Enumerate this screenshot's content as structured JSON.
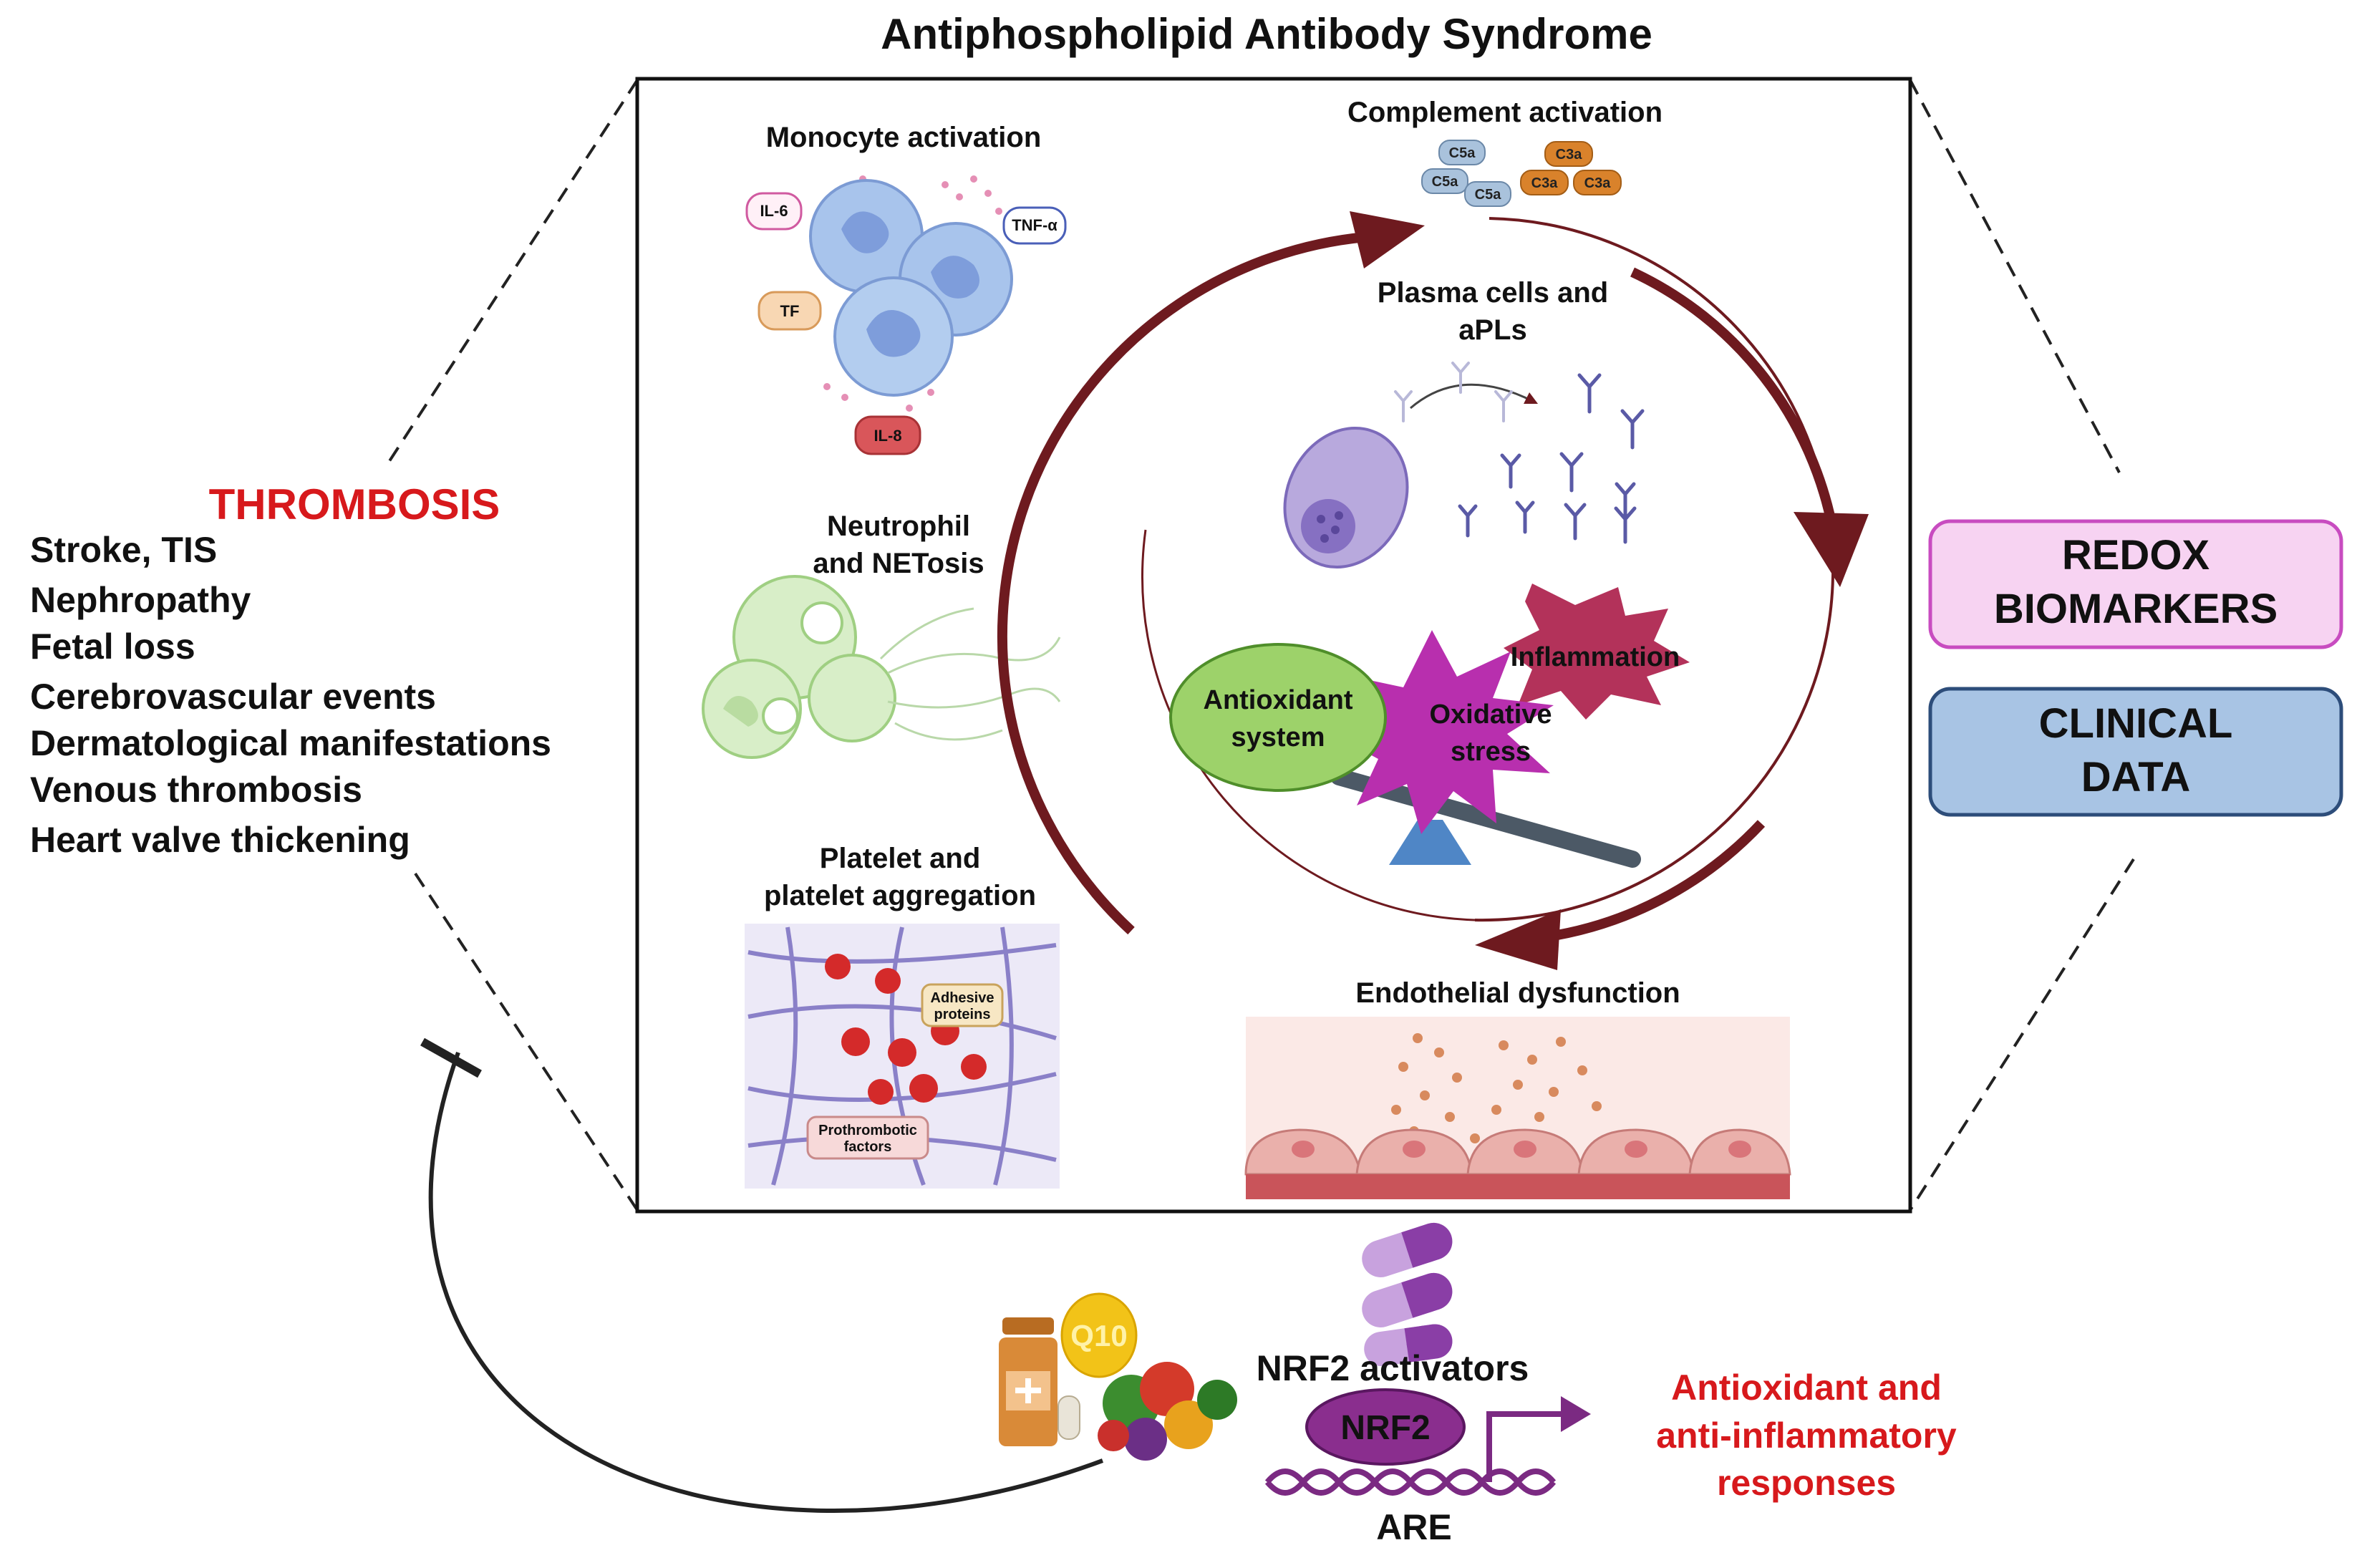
{
  "title": "Antiphospholipid Antibody Syndrome",
  "left_panel": {
    "heading": "THROMBOSIS",
    "items": [
      "Stroke, TIS",
      "Nephropathy",
      "Fetal loss",
      "Cerebrovascular events",
      "Dermatological manifestations",
      "Venous thrombosis",
      "Heart valve thickening"
    ]
  },
  "right_panel": {
    "redox_line1": "REDOX",
    "redox_line2": "BIOMARKERS",
    "clinical_line1": "CLINICAL",
    "clinical_line2": "DATA"
  },
  "monocyte": {
    "label": "Monocyte activation",
    "il6": "IL-6",
    "tnf": "TNF-α",
    "tf": "TF",
    "il8": "IL-8"
  },
  "neutrophil": {
    "line1": "Neutrophil",
    "line2": "and NETosis"
  },
  "platelet": {
    "line1": "Platelet and",
    "line2": "platelet aggregation",
    "adhesive1": "Adhesive",
    "adhesive2": "proteins",
    "prothrombotic1": "Prothrombotic",
    "prothrombotic2": "factors"
  },
  "complement": {
    "label": "Complement activation",
    "c5a": "C5a",
    "c3a": "C3a"
  },
  "plasma": {
    "line1": "Plasma cells and",
    "line2": "aPLs"
  },
  "balance": {
    "antioxidant1": "Antioxidant",
    "antioxidant2": "system",
    "oxidative1": "Oxidative",
    "oxidative2": "stress",
    "inflammation": "Inflammation"
  },
  "endothelial": {
    "label": "Endothelial dysfunction"
  },
  "bottom": {
    "q10": "Q10",
    "nrf2_activators": "NRF2 activators",
    "nrf2": "NRF2",
    "are": "ARE",
    "response1": "Antioxidant and",
    "response2": "anti-inflammatory",
    "response3": "responses"
  },
  "colors": {
    "red_text": "#d7191c",
    "dark_red_arrow": "#6e1a1f",
    "purple": "#7b2a82",
    "redox_fill": "#f7d3f2",
    "redox_border": "#c84cc0",
    "clinical_fill": "#a8c4e4",
    "clinical_border": "#2d4d7a"
  }
}
